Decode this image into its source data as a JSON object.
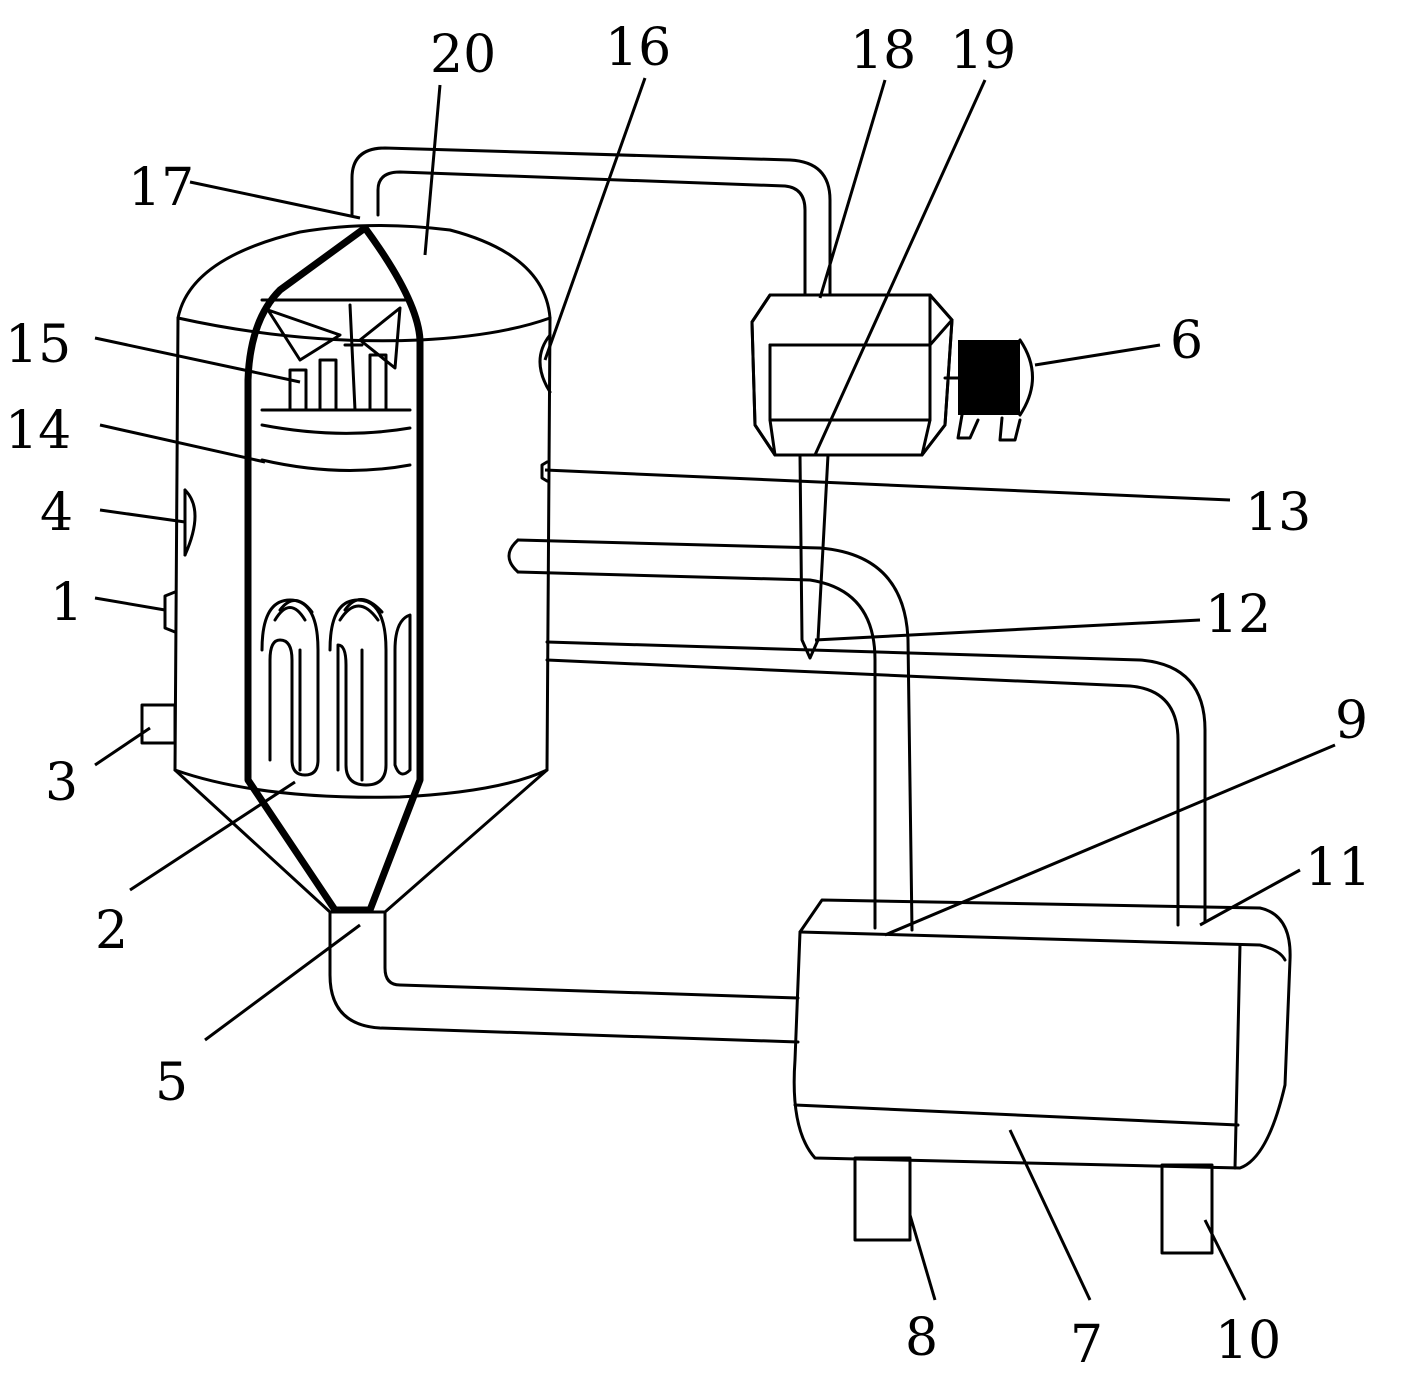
{
  "diagram": {
    "labels": {
      "l1": "1",
      "l2": "2",
      "l3": "3",
      "l4": "4",
      "l5": "5",
      "l6": "6",
      "l7": "7",
      "l8": "8",
      "l9": "9",
      "l10": "10",
      "l11": "11",
      "l12": "12",
      "l13": "13",
      "l14": "14",
      "l15": "15",
      "l16": "16",
      "l17": "17",
      "l18": "18",
      "l19": "19",
      "l20": "20"
    },
    "colors": {
      "line": "#000000",
      "background": "#ffffff"
    }
  }
}
